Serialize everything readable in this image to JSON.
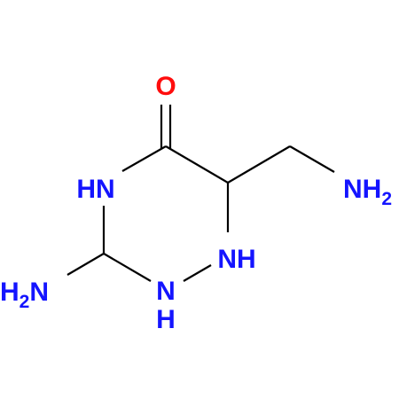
{
  "molecule": {
    "atoms": {
      "oxygen": "O",
      "nh_ring_left": "HN",
      "nh_ring_right": "NH",
      "nh_ring_bottom_n": "N",
      "nh_ring_bottom_h": "H",
      "nh2_right_n": "NH",
      "nh2_right_sub": "2",
      "nh2_left_h": "H",
      "nh2_left_sub": "2",
      "nh2_left_n": "N"
    }
  },
  "colors": {
    "bond": "#000000",
    "nitrogen": "#1414ff",
    "oxygen": "#ff0d0d",
    "background": "#ffffff"
  }
}
